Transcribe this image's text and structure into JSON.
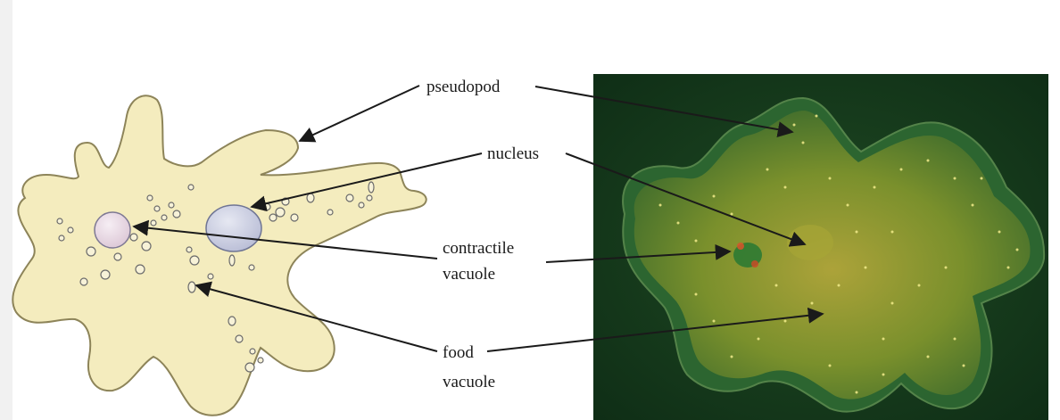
{
  "labels": {
    "pseudopod": "pseudopod",
    "nucleus": "nucleus",
    "contractile_line1": "contractile",
    "contractile_line2": "vacuole",
    "food_line1": "food",
    "food_line2": "vacuole"
  },
  "colors": {
    "page_background": "#ffffff",
    "cell_body": "#f4ecbe",
    "cell_outline": "#8d8459",
    "nucleus_fill": "#c9cde0",
    "contractile_fill": "#e7d6e2",
    "micrograph_background": "#13361a",
    "micrograph_cell": "#8a9a2c",
    "arrow": "#1a1a1a"
  }
}
